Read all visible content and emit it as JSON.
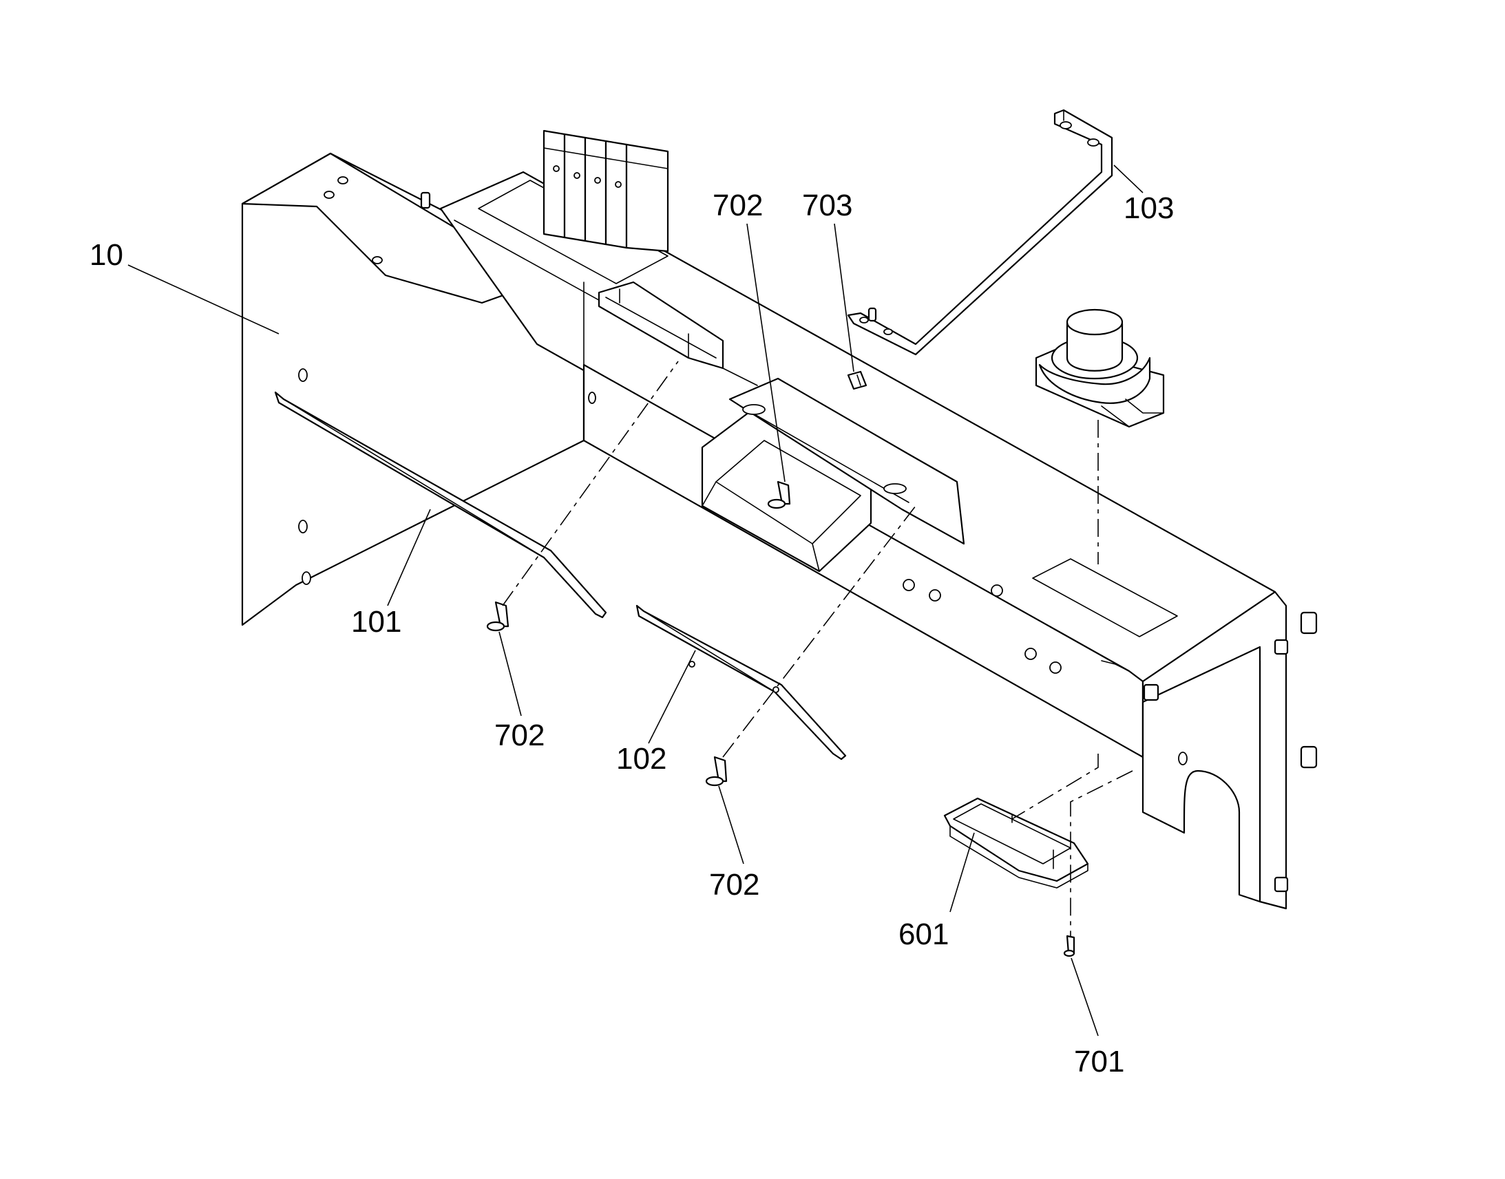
{
  "callouts": {
    "c10": "10",
    "c101": "101",
    "c102": "102",
    "c103": "103",
    "c601": "601",
    "c701": "701",
    "c702_top": "702",
    "c702_left": "702",
    "c702_mid": "702",
    "c703": "703"
  },
  "colors": {
    "line": "#000000",
    "background": "#ffffff"
  }
}
